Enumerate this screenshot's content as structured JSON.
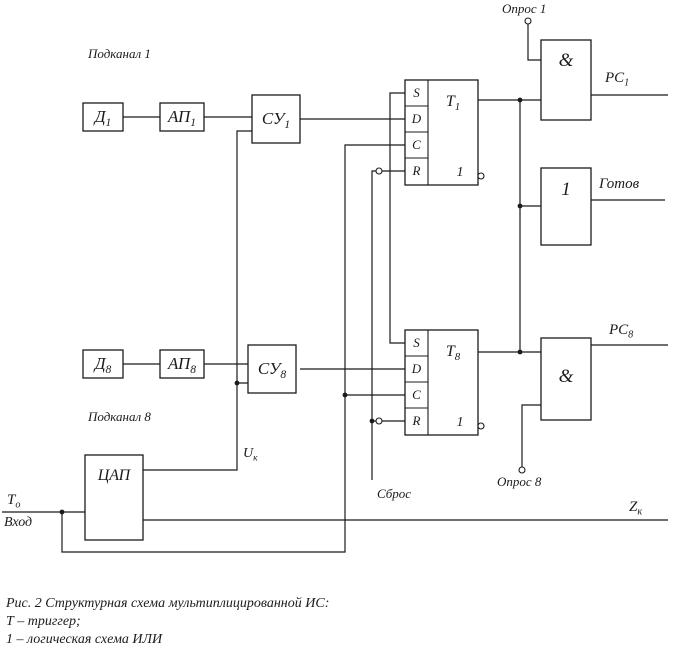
{
  "diagram": {
    "subchannel1": "Подканал 1",
    "subchannel8": "Подканал 8",
    "poll1": "Опрос 1",
    "poll8": "Опрос 8",
    "reset": "Сброс",
    "ready": "Готов",
    "input_label": "Вход",
    "t0": {
      "main": "Т",
      "sub": "о"
    },
    "uk": {
      "main": "U",
      "sub": "к"
    },
    "zk": {
      "main": "Z",
      "sub": "к"
    },
    "pc1": {
      "main": "РС",
      "sub": "1"
    },
    "pc8": {
      "main": "РС",
      "sub": "8"
    }
  },
  "blocks": {
    "d1": {
      "main": "Д",
      "sub": "1"
    },
    "ap1": {
      "main": "АП",
      "sub": "1"
    },
    "su1": {
      "main": "СУ",
      "sub": "1"
    },
    "d8": {
      "main": "Д",
      "sub": "8"
    },
    "ap8": {
      "main": "АП",
      "sub": "8"
    },
    "su8": {
      "main": "СУ",
      "sub": "8"
    },
    "dac": {
      "main": "ЦАП"
    },
    "t1": {
      "main": "Т",
      "sub": "1",
      "out": "1",
      "pin_s": "S",
      "pin_d": "D",
      "pin_c": "C",
      "pin_r": "R"
    },
    "t8": {
      "main": "Т",
      "sub": "8",
      "out": "1",
      "pin_s": "S",
      "pin_d": "D",
      "pin_c": "C",
      "pin_r": "R"
    },
    "and1": {
      "main": "&"
    },
    "and8": {
      "main": "&"
    },
    "or": {
      "main": "1"
    }
  },
  "caption": {
    "line1": "Рис. 2  Структурная схема мультиплицированной ИС:",
    "line2": "Т – триггер;",
    "line3": "1 – логическая схема ИЛИ"
  }
}
